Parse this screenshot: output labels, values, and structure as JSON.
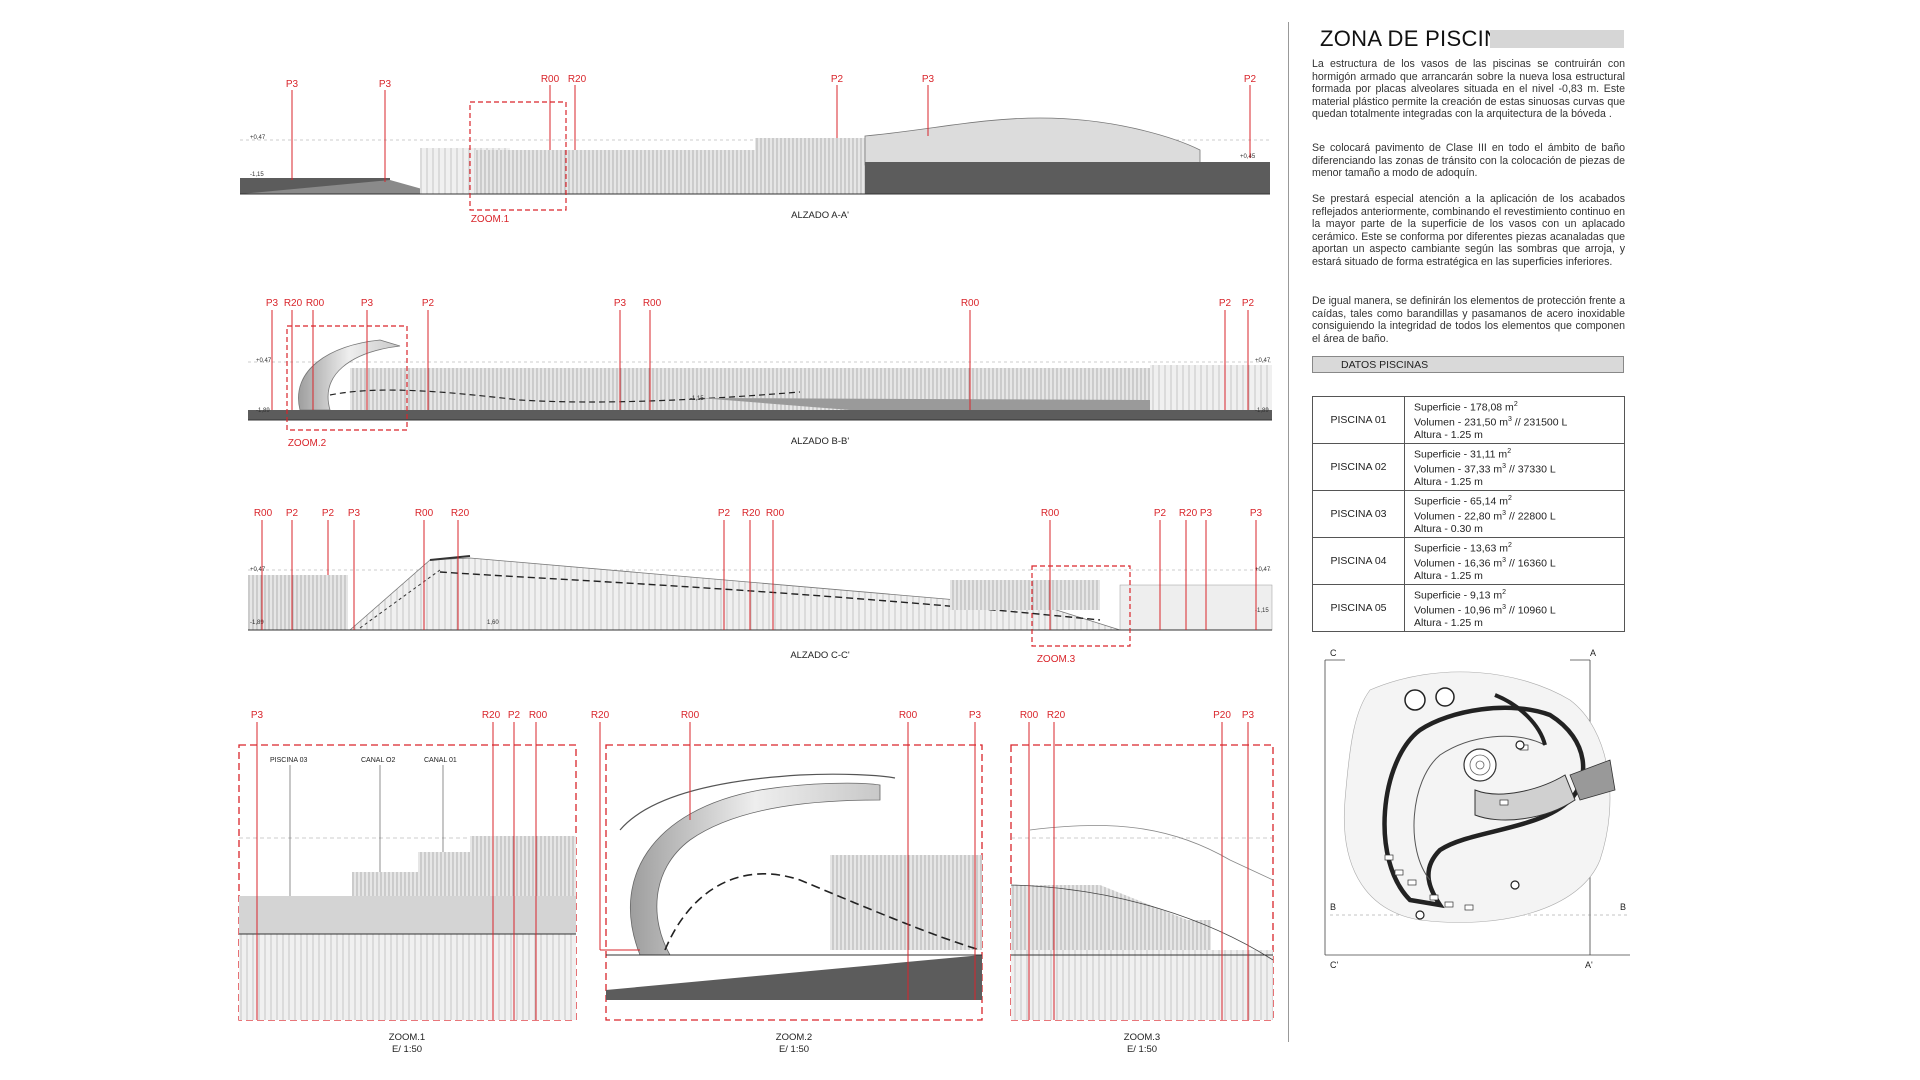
{
  "colors": {
    "red": "#d9252b",
    "line": "#333333",
    "fill_dark": "#5c5c5c",
    "fill_light": "#d8d8d8"
  },
  "elevations": [
    {
      "caption": "ALZADO A-A'",
      "labels": [
        "P3",
        "P3",
        "R00",
        "R20",
        "P2",
        "P3",
        "P2"
      ],
      "zoom_label": "ZOOM.1",
      "levels": [
        "+0,47",
        "+0,45",
        "-1,15"
      ]
    },
    {
      "caption": "ALZADO  B-B'",
      "labels": [
        "P3",
        "R20",
        "R00",
        "P3",
        "P2",
        "P3",
        "R00",
        "R00",
        "P2",
        "P2"
      ],
      "zoom_label": "ZOOM.2",
      "levels": [
        "+0,47",
        "+0,47",
        "-1,89",
        "-1,89",
        "-1,15"
      ]
    },
    {
      "caption": "ALZADO C-C'",
      "labels": [
        "R00",
        "P2",
        "P2",
        "P3",
        "R00",
        "R20",
        "P2",
        "R20",
        "R00",
        "R00",
        "P2",
        "R20",
        "P3",
        "P3"
      ],
      "zoom_label": "ZOOM.3",
      "levels": [
        "+0,47",
        "+0,47",
        "-1,89",
        "-1,15",
        "1,60"
      ]
    }
  ],
  "zooms": [
    {
      "caption": "ZOOM.1",
      "scale": "E/ 1:50",
      "labels": [
        "P3",
        "R20",
        "P2",
        "R00"
      ],
      "notes": [
        "PISCINA 03",
        "CANAL O2",
        "CANAL 01"
      ]
    },
    {
      "caption": "ZOOM.2",
      "scale": "E/ 1:50",
      "labels": [
        "R20",
        "R00",
        "R00",
        "P3"
      ]
    },
    {
      "caption": "ZOOM.3",
      "scale": "E/ 1:50",
      "labels": [
        "R00",
        "R20",
        "P20",
        "P3"
      ]
    }
  ],
  "panel": {
    "title": "ZONA DE PISCINAS",
    "paragraphs": [
      "La estructura de los vasos de las piscinas se contruirán con hormigón armado que arrancarán sobre la nueva losa estructural formada por placas alveolares situada en el nivel -0,83 m. Este material plástico permite la creación de estas sinuosas curvas que quedan totalmente integradas con la arquitectura de la bóveda .",
      "Se colocará pavimento de Clase III en todo el ámbito de baño diferenciando las zonas de tránsito con la colocación de piezas de menor tamaño a modo de adoquín.",
      "Se prestará especial atención a la aplicación de los acabados reflejados anteriormente, combinando el revestimiento continuo en la mayor parte de la superficie de los vasos con un aplacado cerámico. Este se conforma por diferentes piezas acanaladas que aportan un aspecto cambiante según las sombras que arroja, y estará situado de forma estratégica en las superficies inferiores.",
      "De igual manera, se definirán los elementos de protección frente a caídas, tales como barandillas y pasamanos de acero inoxidable consiguiendo la integridad de todos los elementos que componen el área de baño."
    ],
    "datos_title": "DATOS PISCINAS",
    "pools": [
      {
        "name": "PISCINA 01",
        "superficie": "Superficie - 178,08 m",
        "volumen": "Volumen - 231,50 m",
        "litros": " // 231500 L",
        "altura": "Altura - 1.25 m"
      },
      {
        "name": "PISCINA 02",
        "superficie": "Superficie - 31,11 m",
        "volumen": "Volumen - 37,33 m",
        "litros": " // 37330 L",
        "altura": "Altura - 1.25 m"
      },
      {
        "name": "PISCINA 03",
        "superficie": "Superficie - 65,14 m",
        "volumen": "Volumen - 22,80 m",
        "litros": " // 22800 L",
        "altura": "Altura - 0.30 m"
      },
      {
        "name": "PISCINA 04",
        "superficie": "Superficie - 13,63 m",
        "volumen": "Volumen - 16,36 m",
        "litros": " // 16360 L",
        "altura": "Altura - 1.25 m"
      },
      {
        "name": "PISCINA 05",
        "superficie": "Superficie - 9,13 m",
        "volumen": "Volumen - 10,96 m",
        "litros": " // 10960 L",
        "altura": "Altura - 1.25 m"
      }
    ],
    "plan_labels": {
      "c": "C",
      "a": "A",
      "b_left": "B",
      "b_right": "B",
      "c_prime": "C'",
      "a_prime": "A'"
    }
  }
}
